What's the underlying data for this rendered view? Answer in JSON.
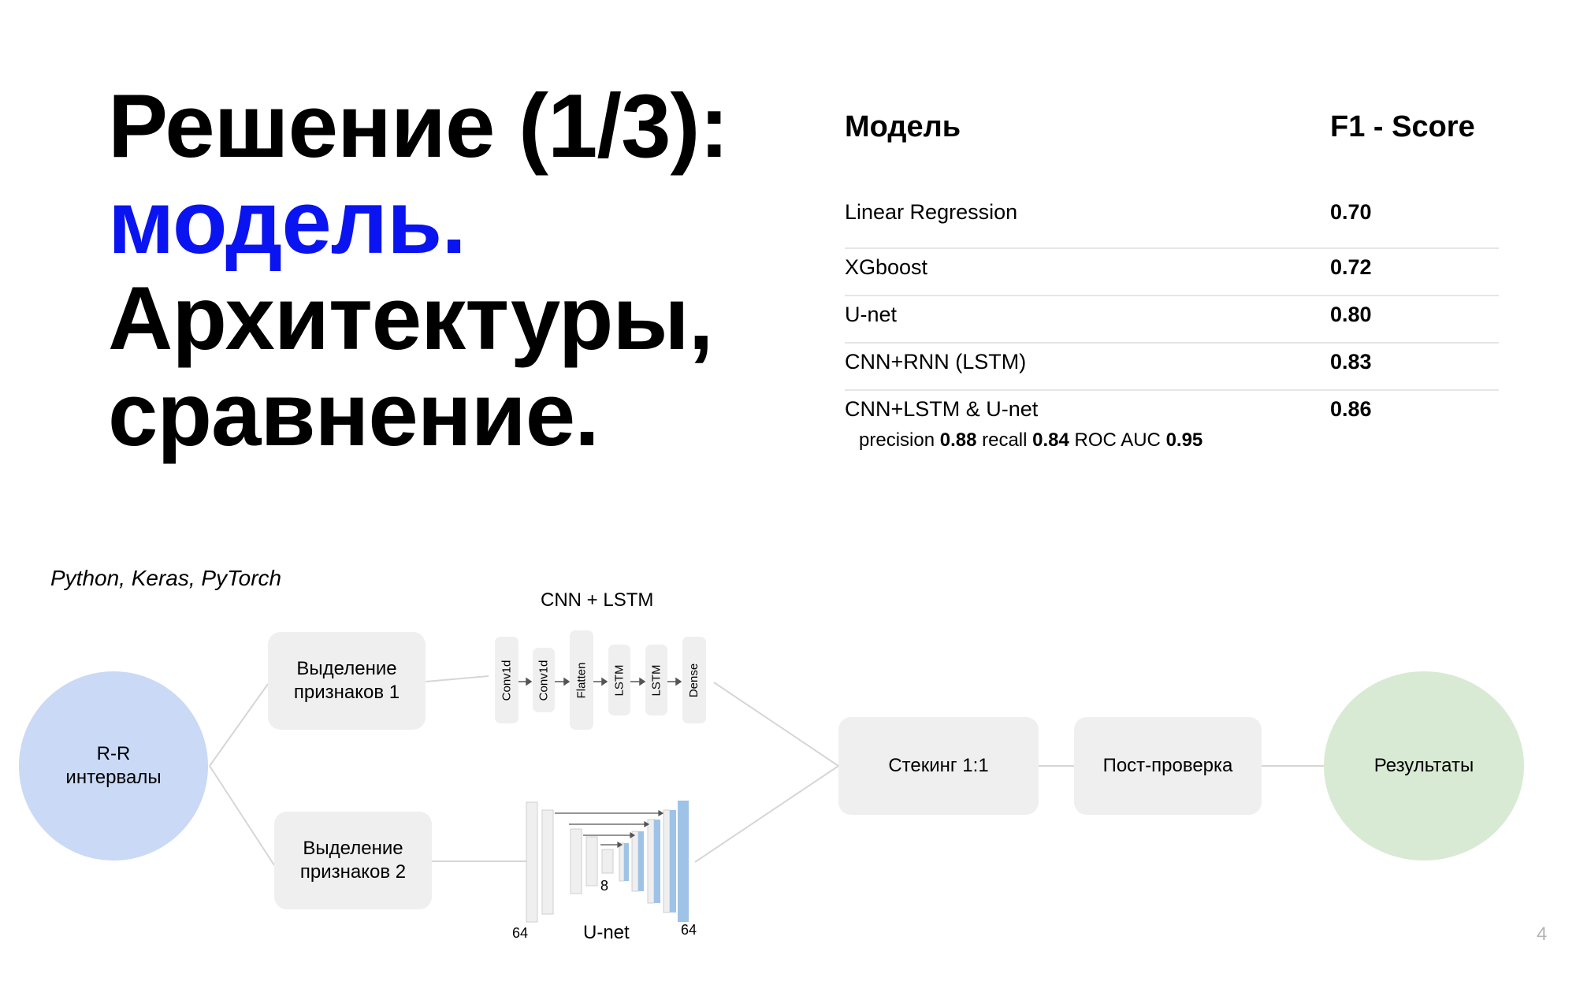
{
  "title": {
    "line1": "Решение (1/3):",
    "line2": "модель.",
    "line3": "Архитектуры,",
    "line4": "сравнение."
  },
  "table": {
    "header": [
      "Модель",
      "F1 - Score"
    ],
    "rows": [
      [
        "Linear Regression",
        "0.70"
      ],
      [
        "XGboost",
        "0.72"
      ],
      [
        "U-net",
        "0.80"
      ],
      [
        "CNN+RNN (LSTM)",
        "0.83"
      ],
      [
        "CNN+LSTM & U-net",
        "0.86"
      ]
    ],
    "note": {
      "precision_label": "precision",
      "precision": "0.88",
      "recall_label": "recall",
      "recall": "0.84",
      "roc_label": "ROC AUC",
      "roc": "0.95"
    }
  },
  "libraries": "Python, Keras, PyTorch",
  "diagram": {
    "input": {
      "line1": "R-R",
      "line2": "интервалы"
    },
    "feature1": {
      "line1": "Выделение",
      "line2": "признаков 1"
    },
    "feature2": {
      "line1": "Выделение",
      "line2": "признаков 2"
    },
    "cnn_lstm_title": "CNN + LSTM",
    "cnn_layers": [
      "Conv1d",
      "Conv1d",
      "Flatten",
      "LSTM",
      "LSTM",
      "Dense"
    ],
    "unet_label": "U-net",
    "unet_left_size": "64",
    "unet_bottom_size": "8",
    "unet_right_size": "64",
    "stacking": "Стекинг 1:1",
    "post_check": "Пост-проверка",
    "results": "Результаты"
  },
  "page_number": "4",
  "colors": {
    "accent": "#0a14f0",
    "input_circle": "#c9d9f6",
    "result_circle": "#d8ead3",
    "box": "#efefef",
    "unet_blue": "#9fc3e7"
  }
}
